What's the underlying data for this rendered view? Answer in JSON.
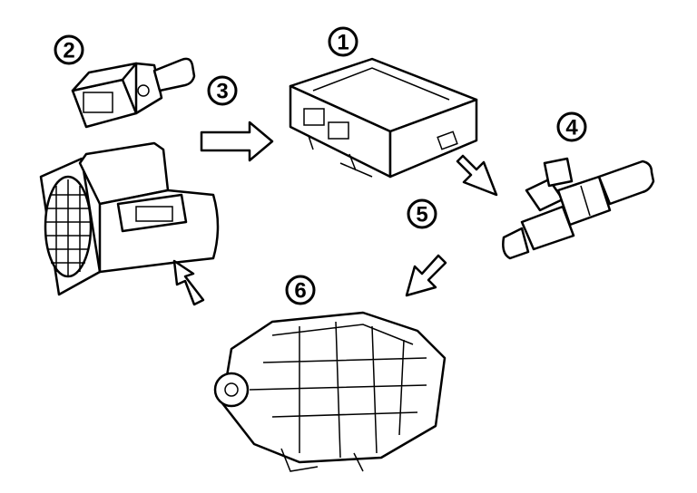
{
  "diagram": {
    "labels": [
      {
        "id": "1",
        "text": "1",
        "component": "engine-control-unit"
      },
      {
        "id": "2",
        "text": "2",
        "component": "temperature-sensor"
      },
      {
        "id": "3",
        "text": "3",
        "component": "signal-arrow-to-ecu"
      },
      {
        "id": "4",
        "text": "4",
        "component": "fuel-injector"
      },
      {
        "id": "5",
        "text": "5",
        "component": "output-arrow"
      },
      {
        "id": "6",
        "text": "6",
        "component": "engine"
      }
    ],
    "colors": {
      "ink": "#000000",
      "paper": "#ffffff"
    }
  }
}
